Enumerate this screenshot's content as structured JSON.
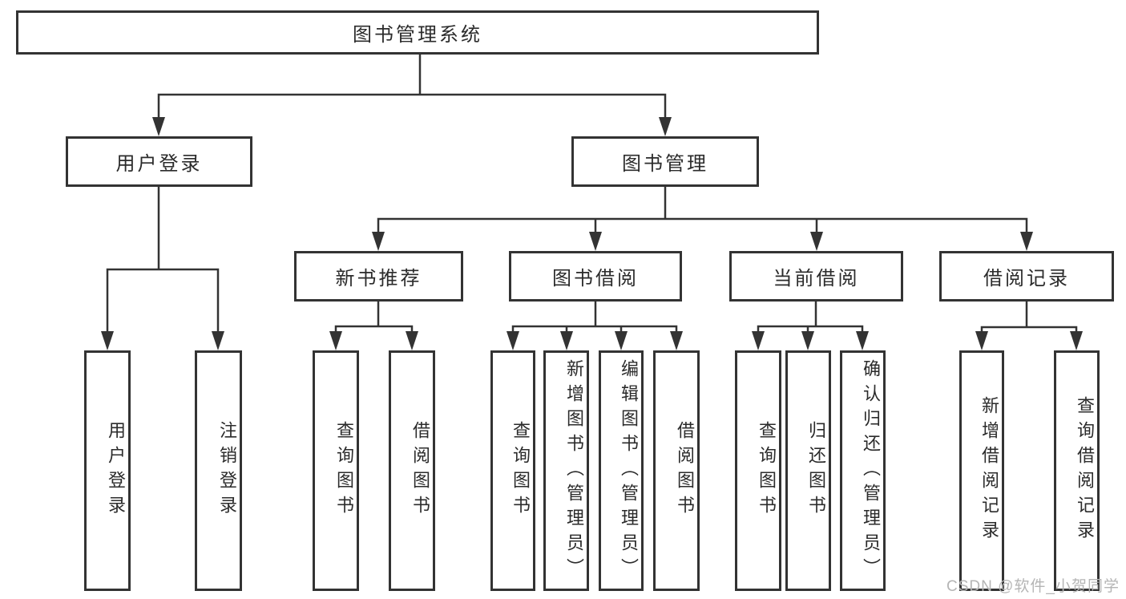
{
  "diagram": {
    "title": "图书管理系统",
    "nodes": {
      "root": {
        "label": "图书管理系统"
      },
      "level2": [
        {
          "label": "用户登录"
        },
        {
          "label": "图书管理"
        }
      ],
      "level3": [
        {
          "label": "新书推荐",
          "parent": "图书管理"
        },
        {
          "label": "图书借阅",
          "parent": "图书管理"
        },
        {
          "label": "当前借阅",
          "parent": "图书管理"
        },
        {
          "label": "借阅记录",
          "parent": "图书管理"
        }
      ],
      "leaves": [
        {
          "label": "用户登录",
          "parent": "用户登录"
        },
        {
          "label": "注销登录",
          "parent": "用户登录"
        },
        {
          "label": "查询图书",
          "parent": "新书推荐"
        },
        {
          "label": "借阅图书",
          "parent": "新书推荐"
        },
        {
          "label": "查询图书",
          "parent": "图书借阅"
        },
        {
          "label": "新增图书（管理员）",
          "parent": "图书借阅"
        },
        {
          "label": "编辑图书（管理员）",
          "parent": "图书借阅"
        },
        {
          "label": "借阅图书",
          "parent": "图书借阅"
        },
        {
          "label": "查询图书",
          "parent": "当前借阅"
        },
        {
          "label": "归还图书",
          "parent": "当前借阅"
        },
        {
          "label": "确认归还（管理员）",
          "parent": "当前借阅"
        },
        {
          "label": "新增借阅记录",
          "parent": "借阅记录"
        },
        {
          "label": "查询借阅记录",
          "parent": "借阅记录"
        }
      ]
    },
    "colors": {
      "line": "#333333",
      "box_border": "#333333",
      "text": "#2b2b2b",
      "background": "#ffffff",
      "watermark": "#b5b5b5"
    },
    "watermark": {
      "text": "CSDN @软件_小贺同学"
    }
  }
}
